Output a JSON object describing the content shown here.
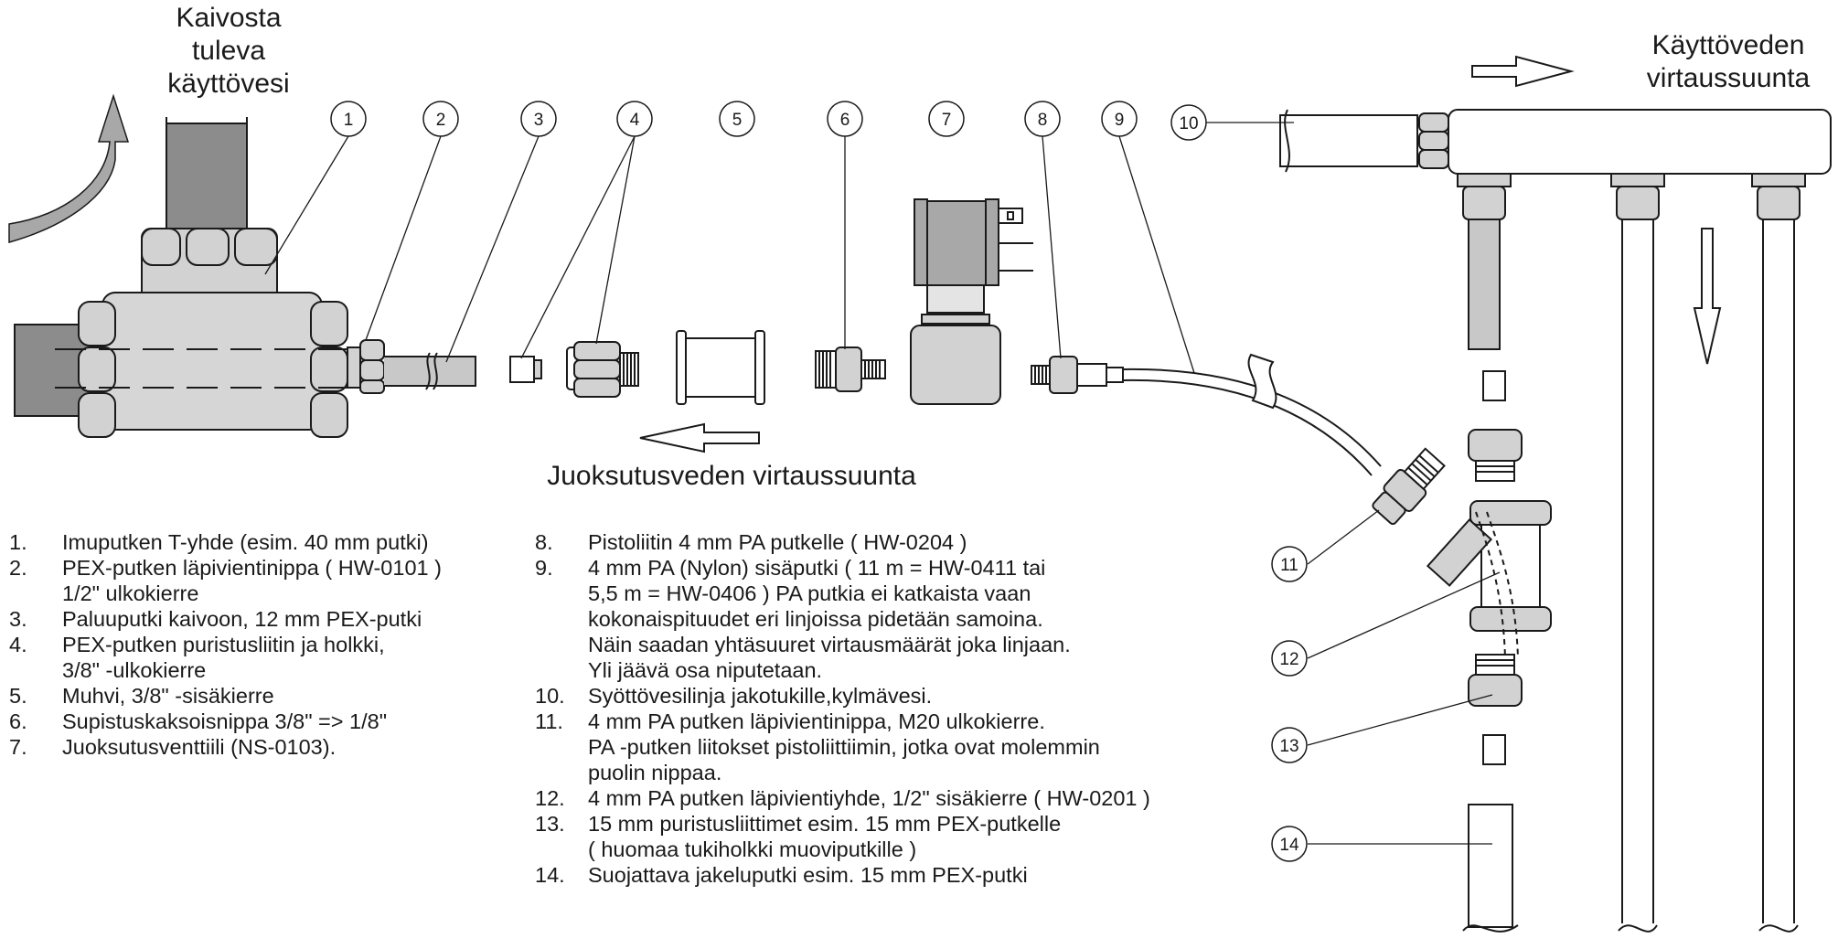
{
  "titles": {
    "well_water": [
      "Kaivosta",
      "tuleva",
      "käyttövesi"
    ],
    "service_flow": [
      "Käyttöveden",
      "virtaussuunta"
    ],
    "drain_flow": "Juoksutusveden virtaussuunta"
  },
  "callouts": [
    "1",
    "2",
    "3",
    "4",
    "5",
    "6",
    "7",
    "8",
    "9",
    "10",
    "11",
    "12",
    "13",
    "14"
  ],
  "legend": [
    {
      "num": "1.",
      "lines": [
        "Imuputken T-yhde (esim. 40 mm putki)"
      ]
    },
    {
      "num": "2.",
      "lines": [
        "PEX-putken läpivientinippa ( HW-0101 )",
        "1/2\" ulkokierre"
      ]
    },
    {
      "num": "3.",
      "lines": [
        "Paluuputki kaivoon, 12 mm PEX-putki"
      ]
    },
    {
      "num": "4.",
      "lines": [
        "PEX-putken puristusliitin ja holkki,",
        "3/8\" -ulkokierre"
      ]
    },
    {
      "num": "5.",
      "lines": [
        "Muhvi,  3/8\" -sisäkierre"
      ]
    },
    {
      "num": "6.",
      "lines": [
        "Supistuskaksoisnippa 3/8\" => 1/8\""
      ]
    },
    {
      "num": "7.",
      "lines": [
        "Juoksutusventtiili (NS-0103)."
      ]
    },
    {
      "num": "8.",
      "lines": [
        "Pistoliitin 4 mm PA putkelle ( HW-0204 )"
      ]
    },
    {
      "num": "9.",
      "lines": [
        "4 mm PA (Nylon) sisäputki ( 11 m = HW-0411 tai",
        "5,5 m = HW-0406 ) PA putkia ei katkaista vaan",
        "kokonaispituudet eri linjoissa pidetään samoina.",
        "Näin saadan yhtäsuuret virtausmäärät joka linjaan.",
        "Yli jäävä osa niputetaan."
      ]
    },
    {
      "num": "10.",
      "lines": [
        "Syöttövesilinja jakotukille,kylmävesi."
      ]
    },
    {
      "num": "11.",
      "lines": [
        "4 mm PA putken läpivientinippa, M20 ulkokierre.",
        "PA -putken liitokset pistoliittiimin, jotka ovat molemmin",
        "puolin nippaa."
      ]
    },
    {
      "num": "12.",
      "lines": [
        "4 mm PA putken läpivientiyhde, 1/2\" sisäkierre ( HW-0201 )"
      ]
    },
    {
      "num": "13.",
      "lines": [
        "15 mm puristusliittimet esim. 15 mm PEX-putkelle",
        "( huomaa tukiholkki muoviputkille )"
      ]
    },
    {
      "num": "14.",
      "lines": [
        "Suojattava jakeluputki esim. 15 mm PEX-putki"
      ]
    }
  ]
}
